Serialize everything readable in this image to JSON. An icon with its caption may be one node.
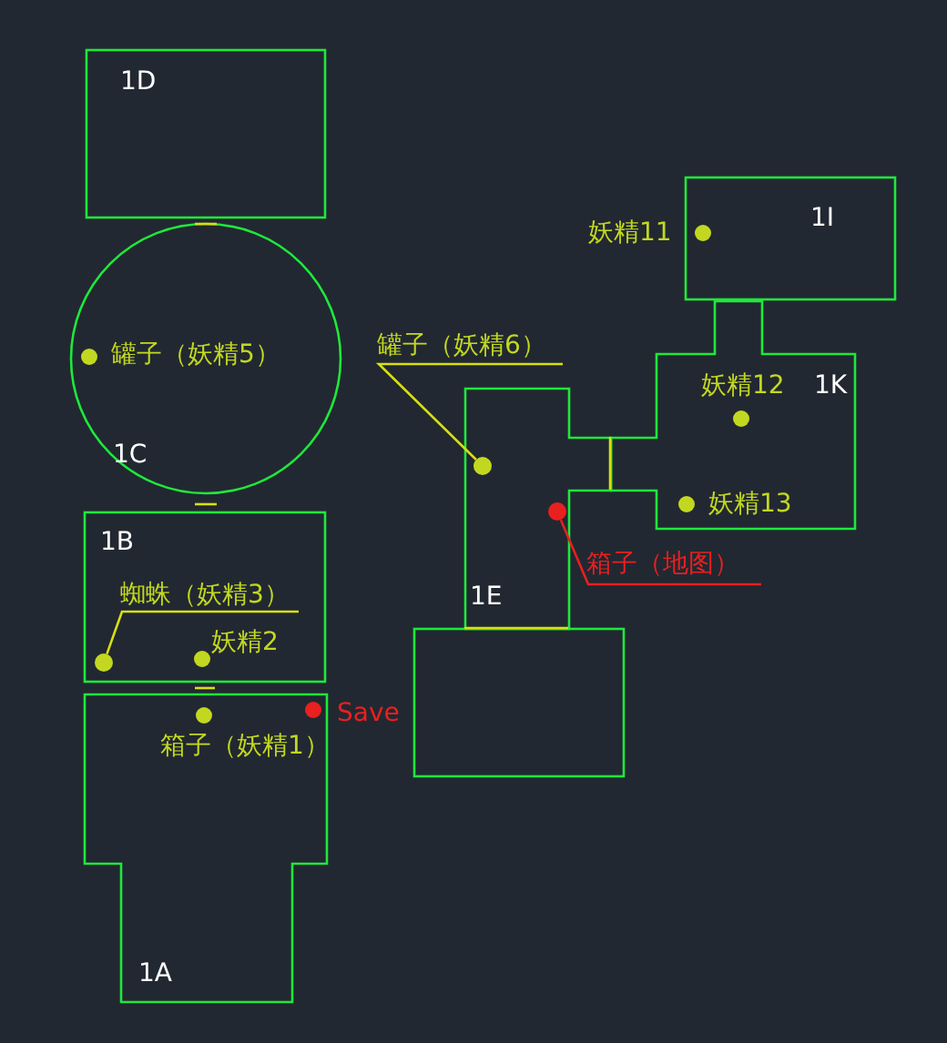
{
  "diagram": {
    "nodes": [
      {
        "text": [
          "1D"
        ]
      },
      {
        "text": [
          "罐子（妖精5）",
          "1C"
        ]
      },
      {
        "text": [
          "1B",
          "妖精2"
        ]
      },
      {
        "text": [
          "蜘蛛（妖精3）"
        ],
        "in": 2
      },
      {
        "text": [],
        "shape": "circle",
        "in": 2
      },
      {
        "text": [
          "箱子（妖精1）",
          "1A"
        ]
      },
      {
        "text": [
          "1I"
        ]
      },
      {
        "text": [
          "罐子（妖精6）"
        ]
      },
      {
        "text": [
          "妖精12",
          "1K",
          "妖精13"
        ]
      },
      {
        "text": [
          "1E"
        ]
      },
      {
        "text": [],
        "shape": "circle",
        "in": 9
      },
      {
        "text": [],
        "shape": "circle",
        "in": 9
      },
      {
        "text": [
          "箱子（地图）"
        ]
      },
      {
        "text": [],
        "shape": "box"
      }
    ],
    "edges": [
      {
        "from": 3,
        "to": 4,
        "arrow": "none"
      },
      {
        "from": 7,
        "to": 10,
        "arrow": "none"
      },
      {
        "from": 12,
        "to": 11,
        "arrow": "none",
        "color": "#e82020"
      }
    ],
    "labels": [
      "妖精11",
      "Save"
    ]
  }
}
